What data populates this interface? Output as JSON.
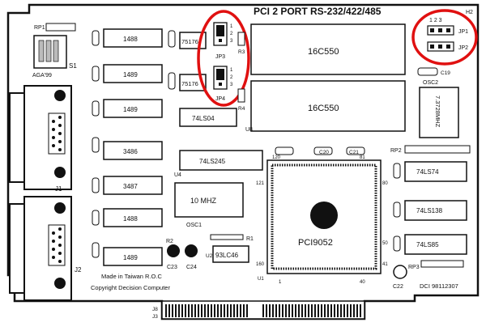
{
  "board": {
    "title": "PCI 2 PORT RS-232/422/485",
    "made_in": "Made in Taiwan R.O.C",
    "copyright": "Copyright Decision Computer",
    "date_code": "DCI 98112307",
    "aga": "AGA'99"
  },
  "chips": {
    "u9": "1488",
    "u10": "1489",
    "u11": "1489",
    "u12_top": "3486",
    "u12": "3487",
    "u14": "1488",
    "u15": "1489",
    "u13": "75176",
    "u16": "75176",
    "u18": "74LS04",
    "u4": "74LS245",
    "uart_a": "16C550",
    "uart_b": "16C550",
    "osc_main": "10 MHZ",
    "osc2": "7.3728MHZ",
    "eeprom": "93LC46",
    "pci": "PCI9052",
    "u5": "74LS74",
    "u3": "74LS138",
    "u6": "74LS85"
  },
  "labels": {
    "rp1": "RP1",
    "rp2": "RP2",
    "rp3": "RP3",
    "s1": "S1",
    "j1": "J1",
    "j2": "J2",
    "jp1": "JP1",
    "jp2": "JP2",
    "jp3": "JP3",
    "jp4": "JP4",
    "h2": "H2",
    "jp_pins": "1 2 3",
    "osc1": "OSC1",
    "osc2_lbl": "OSC2",
    "r1": "R1",
    "r2": "R2",
    "r3": "R3",
    "r4": "R4",
    "c19": "C19",
    "c20": "C20",
    "c21": "C21",
    "c22": "C22",
    "c23": "C23",
    "c24": "C24",
    "u1": "U1",
    "u2": "U2",
    "u4_lbl": "U4",
    "u8": "U8",
    "j3": "J3",
    "j8": "J8",
    "pin_121": "121",
    "pin_120": "120",
    "pin_81": "81",
    "pin_80": "80",
    "pin_160": "160",
    "pin_1": "1",
    "pin_40": "40",
    "pin_41": "41",
    "pin_50": "50"
  },
  "highlight_color": "#e01010"
}
